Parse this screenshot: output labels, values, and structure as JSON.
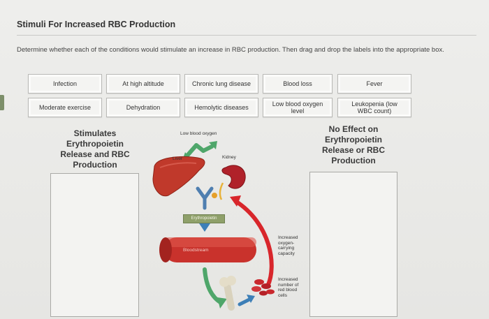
{
  "page": {
    "title": "Stimuli For Increased RBC Production",
    "instructions": "Determine whether each of the conditions would stimulate an increase in RBC production. Then drag and drop the labels into the appropriate box."
  },
  "labels": {
    "row1": [
      "Infection",
      "At high altitude",
      "Chronic lung disease",
      "Blood loss",
      "Fever"
    ],
    "row2": [
      "Moderate exercise",
      "Dehydration",
      "Hemolytic diseases",
      "Low blood oxygen level",
      "Leukopenia (low WBC count)"
    ]
  },
  "targets": {
    "stimulates": "Stimulates Erythropoietin Release and RBC Production",
    "no_effect": "No Effect on Erythropoietin Release or RBC Production"
  },
  "figure": {
    "low_blood_oxygen": "Low blood oxygen",
    "liver": "Liver",
    "kidney": "Kidney",
    "erythropoietin": "Erythropoietin",
    "bloodstream": "Bloodstream",
    "increased_capacity": "Increased oxygen-carrying capacity",
    "increased_rbc": "Increased number of red blood cells"
  },
  "colors": {
    "liver": "#c0392b",
    "kidney": "#b0222a",
    "arrow_green": "#4fa66a",
    "arrow_blue": "#3d7fb7",
    "epo_label": "#8fa06a",
    "feedback_arrow": "#d8262b"
  }
}
